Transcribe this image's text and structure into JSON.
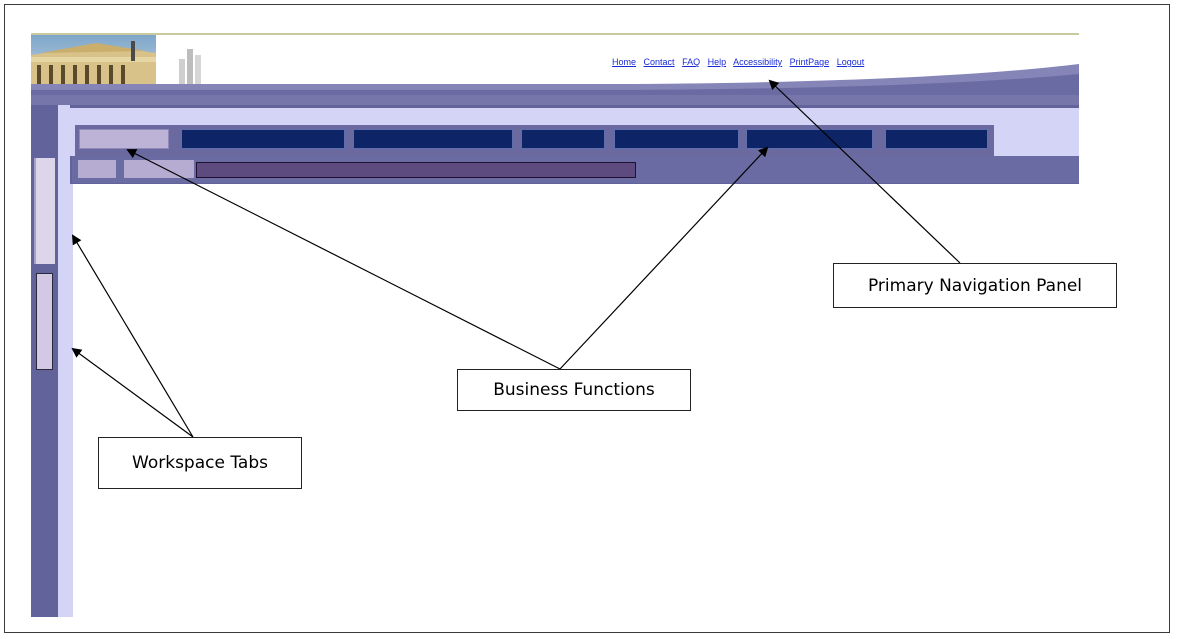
{
  "utility_links": [
    "Home",
    "Contact",
    "FAQ",
    "Help",
    "Accessibility",
    "PrintPage",
    "Logout"
  ],
  "callouts": {
    "primary_navigation": "Primary Navigation Panel",
    "business_functions": "Business Functions",
    "workspace_tabs": "Workspace Tabs"
  },
  "colors": {
    "band": "#63639c",
    "nav_light": "#d4d4f6",
    "tab_dark": "#0d2466",
    "tab_selected": "#bdb3d6",
    "link": "#1a2bd6"
  }
}
